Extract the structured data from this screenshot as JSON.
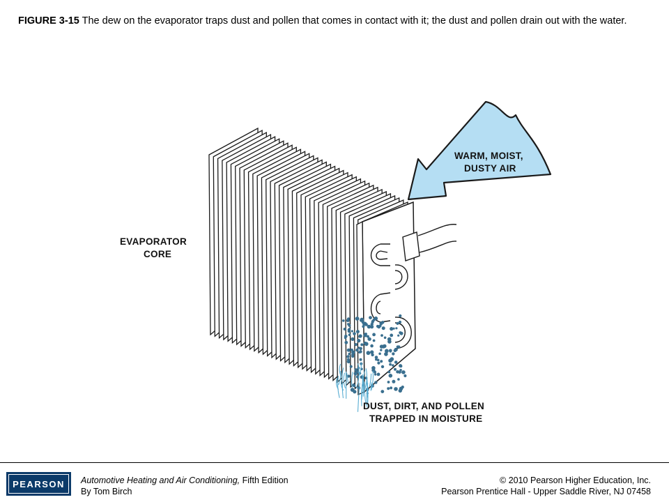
{
  "caption": {
    "figure_label": "FIGURE 3-15",
    "text": " The dew on the evaporator traps dust and pollen that comes in contact with it; the dust and pollen drain out with the water."
  },
  "diagram": {
    "labels": {
      "evaporator_line1": "EVAPORATOR",
      "evaporator_line2": "CORE",
      "air_line1": "WARM, MOIST,",
      "air_line2": "DUSTY AIR",
      "dust_line1": "DUST, DIRT, AND POLLEN",
      "dust_line2": "TRAPPED IN MOISTURE"
    },
    "colors": {
      "air": "#b5def3",
      "dust": "#3a6f8f",
      "water": "#5aaed3"
    }
  },
  "footer": {
    "logo_text": "PEARSON",
    "book_title": "Automotive Heating and Air Conditioning,",
    "edition": " Fifth Edition",
    "author": "By Tom Birch",
    "copyright": "© 2010 Pearson Higher Education, Inc.",
    "publisher": "Pearson Prentice Hall - Upper Saddle River, NJ 07458"
  }
}
